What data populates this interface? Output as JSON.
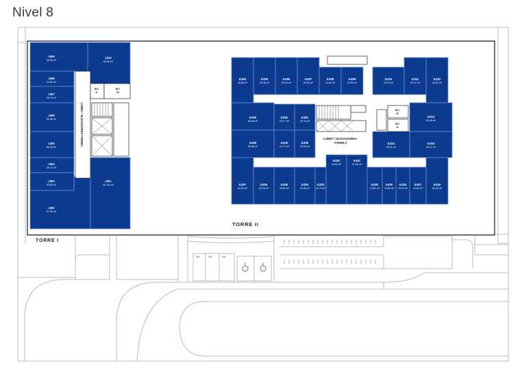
{
  "title": "Nivel 8",
  "colors": {
    "unit_fill": "#0b3a8f",
    "unit_stroke": "#5b7fc4",
    "line": "#b4b4b4",
    "frame": "#222222"
  },
  "torre1": {
    "label": "TORRE I",
    "lobby": "LOBBY / ELEVADORES TORRE I",
    "wc": [
      "WC H",
      "WC M"
    ],
    "units": [
      {
        "id": "I.809",
        "area": "43.65 m²"
      },
      {
        "id": "I.810",
        "area": "62.85 m²"
      },
      {
        "id": "I.808",
        "area": "32.55 m²"
      },
      {
        "id": "I.807",
        "area": "28.74 m²"
      },
      {
        "id": "I.806",
        "area": "50.08 m²"
      },
      {
        "id": "I.805",
        "area": "50.08 m²"
      },
      {
        "id": "I.804",
        "area": "28.74 m²"
      },
      {
        "id": "I.803",
        "area": "32.55 m²"
      },
      {
        "id": "I.802",
        "area": "97.39 m²"
      },
      {
        "id": "I.801",
        "area": "112.62 m²"
      }
    ]
  },
  "torre2": {
    "label": "TORRE II",
    "lobby": [
      "LOBBY / ELEVADORES",
      "TORRE II"
    ],
    "wc": [
      "WC M",
      "WC H"
    ],
    "units": [
      {
        "id": "II.804",
        "area": "43.85 m²"
      },
      {
        "id": "II.805",
        "area": "29.36 m²"
      },
      {
        "id": "II.806",
        "area": "29.26 m²"
      },
      {
        "id": "II.807",
        "area": "29.26 m²"
      },
      {
        "id": "II.808",
        "area": "24.61 m²"
      },
      {
        "id": "II.809",
        "area": "22.59 m²"
      },
      {
        "id": "II.810",
        "area": "22.23 m²"
      },
      {
        "id": "II.811",
        "area": "29.12 m²"
      },
      {
        "id": "II.812",
        "area": "43.87 m²"
      },
      {
        "id": "II.803",
        "area": "50.88 m²"
      },
      {
        "id": "II.802",
        "area": "15.77 m²"
      },
      {
        "id": "II.801",
        "area": "20.79 m²"
      },
      {
        "id": "II.813",
        "area": "53.48 m²"
      },
      {
        "id": "II.828",
        "area": "50.88 m²"
      },
      {
        "id": "II.829",
        "area": "15.77 m²"
      },
      {
        "id": "II.830",
        "area": "15.92 m²"
      },
      {
        "id": "II.814",
        "area": "28.32 m²"
      },
      {
        "id": "II.815",
        "area": "54.07 m²"
      },
      {
        "id": "II.822",
        "area": "24.92 m²"
      },
      {
        "id": "II.821",
        "area": "37.26 m²"
      },
      {
        "id": "II.827",
        "area": "64.39 m²"
      },
      {
        "id": "II.826",
        "area": "29.76 m²"
      },
      {
        "id": "II.825",
        "area": "29.60 m²"
      },
      {
        "id": "II.824",
        "area": "29.66 m²"
      },
      {
        "id": "II.823",
        "area": "19.70 m²"
      },
      {
        "id": "II.820",
        "area": "19.81 m²"
      },
      {
        "id": "II.819",
        "area": "19.80 m²"
      },
      {
        "id": "II.818",
        "area": "19.93 m²"
      },
      {
        "id": "II.817",
        "area": "24.51 m²"
      },
      {
        "id": "II.816",
        "area": "52.28 m²"
      }
    ]
  },
  "parking": [
    "Ctrl",
    "Ctrl",
    "Ctrl"
  ]
}
